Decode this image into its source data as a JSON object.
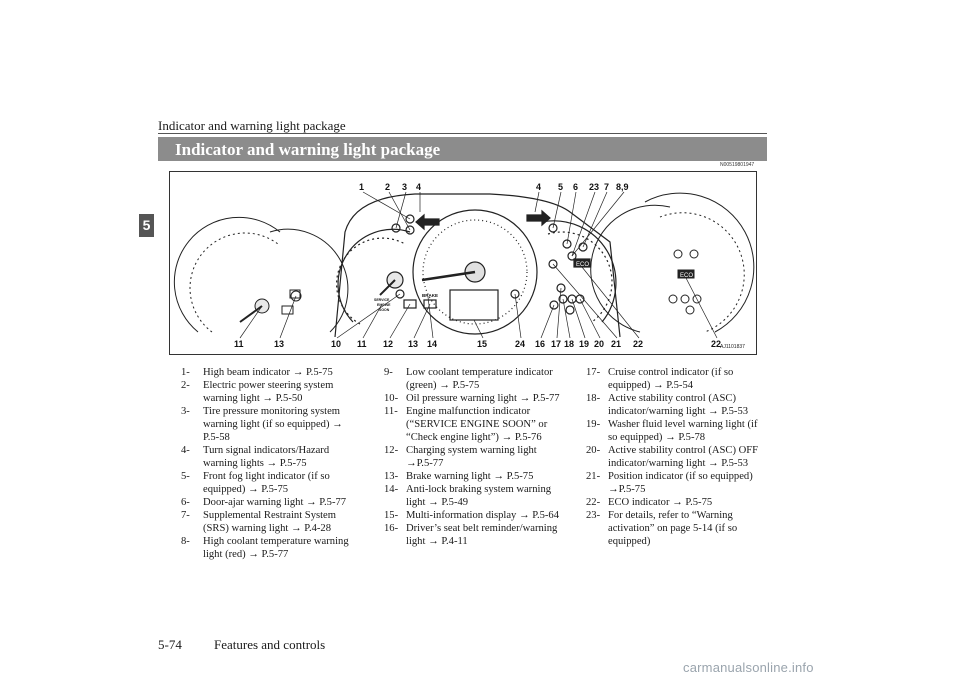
{
  "header": {
    "running_title": "Indicator and warning light package",
    "chapter_tab": "5"
  },
  "banner": {
    "title": "Indicator and warning light package",
    "code": "N00519801947"
  },
  "figure": {
    "code": "AJ1101837",
    "callouts_top": [
      "1",
      "2",
      "3",
      "4",
      "4",
      "5",
      "6",
      "23",
      "7",
      "8,9"
    ],
    "callouts_bottom": [
      "11",
      "13",
      "10",
      "11",
      "12",
      "13",
      "14",
      "15",
      "24",
      "16",
      "17",
      "18",
      "19",
      "20",
      "21",
      "22",
      "22"
    ],
    "panel_labels": {
      "brake": "BRAKE",
      "service": [
        "SERVICE",
        "ENGINE",
        "SOON"
      ],
      "eco": "ECO"
    }
  },
  "legend": {
    "column1": [
      {
        "num": "1-",
        "text": "High beam indicator → P.5-75"
      },
      {
        "num": "2-",
        "text": "Electric power steering system warning light → P.5-50"
      },
      {
        "num": "3-",
        "text": "Tire pressure monitoring system warning light (if so equipped) → P.5-58"
      },
      {
        "num": "4-",
        "text": "Turn signal indicators/Hazard warning lights → P.5-75"
      },
      {
        "num": "5-",
        "text": "Front fog light indicator (if so equipped) → P.5-75"
      },
      {
        "num": "6-",
        "text": "Door-ajar warning light → P.5-77"
      },
      {
        "num": "7-",
        "text": "Supplemental Restraint System (SRS) warning light → P.4-28"
      },
      {
        "num": "8-",
        "text": "High coolant temperature warning light (red) → P.5-77"
      }
    ],
    "column2": [
      {
        "num": "9-",
        "text": "Low coolant temperature indicator (green) → P.5-75"
      },
      {
        "num": "10-",
        "text": "Oil pressure warning light → P.5-77"
      },
      {
        "num": "11-",
        "text": "Engine malfunction indicator (“SERVICE ENGINE SOON” or “Check engine light”) → P.5-76"
      },
      {
        "num": "12-",
        "text": "Charging system warning light →P.5-77"
      },
      {
        "num": "13-",
        "text": "Brake warning light → P.5-75"
      },
      {
        "num": "14-",
        "text": "Anti-lock braking system warning light → P.5-49"
      },
      {
        "num": "15-",
        "text": "Multi-information display → P.5-64"
      },
      {
        "num": "16-",
        "text": "Driver’s seat belt reminder/warning light → P.4-11"
      }
    ],
    "column3": [
      {
        "num": "17-",
        "text": "Cruise control indicator (if so equipped) → P.5-54"
      },
      {
        "num": "18-",
        "text": "Active stability control (ASC) indicator/warning light → P.5-53"
      },
      {
        "num": "19-",
        "text": "Washer fluid level warning light (if so equipped) → P.5-78"
      },
      {
        "num": "20-",
        "text": "Active stability control (ASC) OFF indicator/warning light → P.5-53"
      },
      {
        "num": "21-",
        "text": "Position indicator (if so equipped) →P.5-75"
      },
      {
        "num": "22-",
        "text": "ECO indicator → P.5-75"
      },
      {
        "num": "23-",
        "text": "For details, refer to “Warning activation” on page 5-14 (if so equipped)"
      }
    ]
  },
  "footer": {
    "page_number": "5-74",
    "section": "Features and controls",
    "watermark": "carmanualsonline.info"
  }
}
